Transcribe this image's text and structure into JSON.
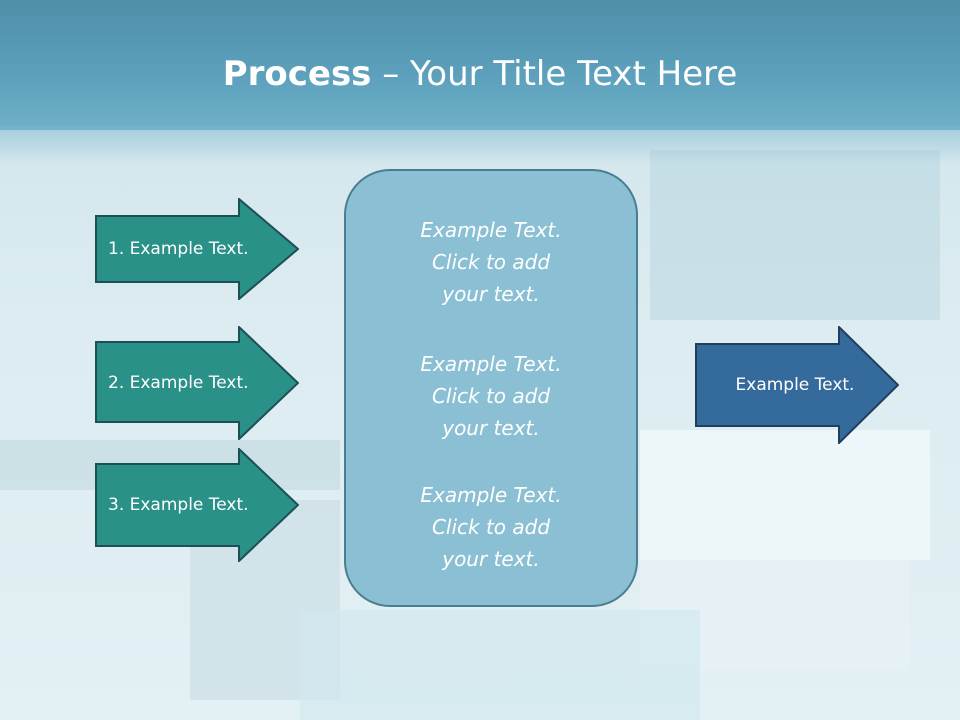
{
  "title": {
    "bold": "Process",
    "rest": " – Your Title Text Here"
  },
  "left_arrows": [
    {
      "label": "1. Example Text."
    },
    {
      "label": "2. Example Text."
    },
    {
      "label": "3. Example Text."
    }
  ],
  "center_blocks": [
    {
      "text": "Example Text.\nClick  to add\nyour text."
    },
    {
      "text": "Example Text.\nClick  to add\nyour text."
    },
    {
      "text": "Example Text.\nClick  to add\nyour text."
    }
  ],
  "right_arrow": {
    "label": "Example Text."
  },
  "colors": {
    "teal_arrow": "#2a9189",
    "blue_arrow": "#356a9c",
    "header": "#5b9fbb",
    "center_box": "#8bc0d4"
  }
}
